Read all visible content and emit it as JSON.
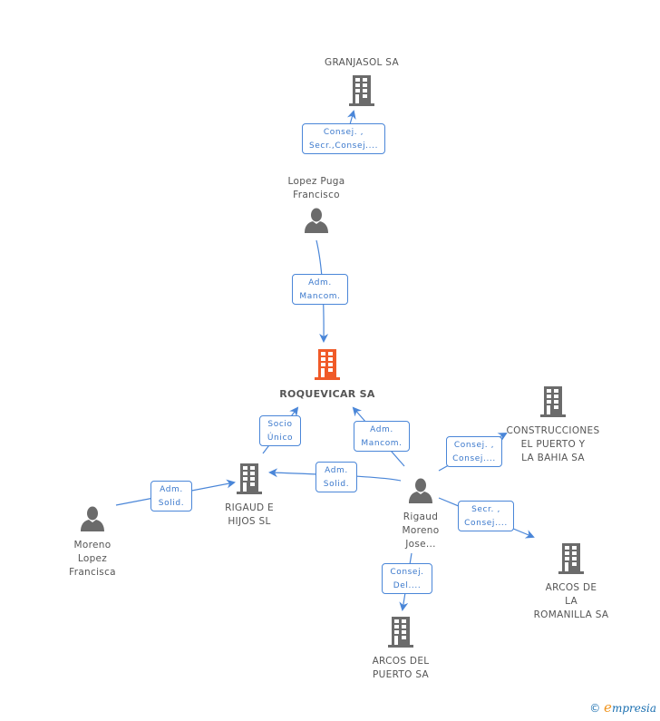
{
  "colors": {
    "edge": "#4a86d8",
    "edge_text": "#3a78cc",
    "node_icon": "#6b6b6b",
    "main_node_icon": "#f05a28",
    "label_text": "#555555"
  },
  "nodes": [
    {
      "id": "granjasol",
      "type": "company",
      "label": [
        "GRANJASOL SA"
      ],
      "main": false
    },
    {
      "id": "lopez_puga",
      "type": "person",
      "label": [
        "Lopez Puga",
        "Francisco"
      ],
      "main": false
    },
    {
      "id": "roquevicar",
      "type": "company",
      "label": [
        "ROQUEVICAR SA"
      ],
      "main": true
    },
    {
      "id": "rigaud_hijos",
      "type": "company",
      "label": [
        "RIGAUD E",
        "HIJOS SL"
      ],
      "main": false
    },
    {
      "id": "moreno_lopez",
      "type": "person",
      "label": [
        "Moreno",
        "Lopez",
        "Francisca"
      ],
      "main": false
    },
    {
      "id": "rigaud_moreno",
      "type": "person",
      "label": [
        "Rigaud",
        "Moreno",
        "Jose..."
      ],
      "main": false
    },
    {
      "id": "construcciones",
      "type": "company",
      "label": [
        "CONSTRUCCIONES",
        "EL PUERTO Y",
        "LA BAHIA SA"
      ],
      "main": false
    },
    {
      "id": "arcos_romanilla",
      "type": "company",
      "label": [
        "ARCOS DE",
        "LA",
        "ROMANILLA SA"
      ],
      "main": false
    },
    {
      "id": "arcos_puerto",
      "type": "company",
      "label": [
        "ARCOS DEL",
        "PUERTO SA"
      ],
      "main": false
    }
  ],
  "edges": [
    {
      "from": "lopez_puga",
      "to": "granjasol",
      "label": [
        "Consej. ,",
        "Secr.,Consej...."
      ]
    },
    {
      "from": "lopez_puga",
      "to": "roquevicar",
      "label": [
        "Adm.",
        "Mancom."
      ]
    },
    {
      "from": "rigaud_hijos",
      "to": "roquevicar",
      "label": [
        "Socio",
        "Único"
      ]
    },
    {
      "from": "rigaud_moreno",
      "to": "roquevicar",
      "label": [
        "Adm.",
        "Mancom."
      ]
    },
    {
      "from": "rigaud_moreno",
      "to": "rigaud_hijos",
      "label": [
        "Adm.",
        "Solid."
      ]
    },
    {
      "from": "moreno_lopez",
      "to": "rigaud_hijos",
      "label": [
        "Adm.",
        "Solid."
      ]
    },
    {
      "from": "rigaud_moreno",
      "to": "construcciones",
      "label": [
        "Consej. ,",
        "Consej...."
      ]
    },
    {
      "from": "rigaud_moreno",
      "to": "arcos_romanilla",
      "label": [
        "Secr. ,",
        "Consej...."
      ]
    },
    {
      "from": "rigaud_moreno",
      "to": "arcos_puerto",
      "label": [
        "Consej.",
        "Del...."
      ]
    }
  ],
  "footer": {
    "copyright_symbol": "©",
    "brand_initial": "e",
    "brand_rest": "mpresia"
  }
}
